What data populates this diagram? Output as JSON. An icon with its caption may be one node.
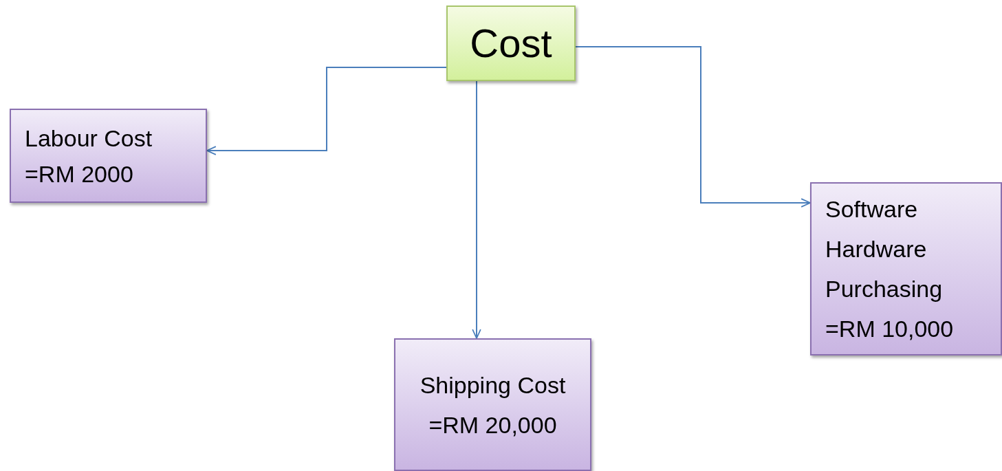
{
  "diagram": {
    "nodes": [
      {
        "text": [
          "Cost"
        ]
      },
      {
        "text": [
          "Labour Cost",
          "=RM 2000"
        ]
      },
      {
        "text": [
          "Shipping Cost",
          "=RM 20,000"
        ]
      },
      {
        "text": [
          "Software Hardware Purchasing",
          "=RM 10,000"
        ]
      }
    ],
    "edges": [
      {
        "from": 0,
        "to": 1,
        "arrow": "to"
      },
      {
        "from": 0,
        "to": 2,
        "arrow": "to"
      },
      {
        "from": 0,
        "to": 3,
        "arrow": "to"
      }
    ]
  }
}
